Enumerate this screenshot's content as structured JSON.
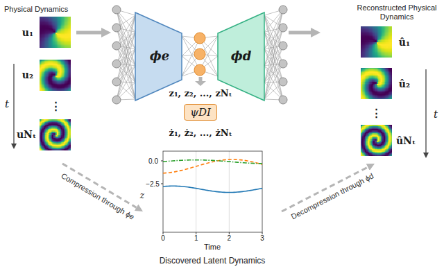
{
  "diagram": {
    "nodes": [
      {
        "text": [
          "Physical Dynamics"
        ]
      },
      {
        "text": [
          "ϕe"
        ]
      },
      {
        "text": [
          "ϕd"
        ]
      },
      {
        "text": [
          "ψDI"
        ]
      },
      {
        "text": [
          "Reconstructed Physical Dynamics"
        ]
      },
      {
        "text": [
          "Discovered Latent Dynamics"
        ]
      }
    ],
    "edges": [
      {
        "from": 0,
        "to": 1,
        "arrow": "to"
      },
      {
        "from": 2,
        "to": 4,
        "arrow": "to"
      },
      {
        "from": 0,
        "to": 5,
        "arrow": "to",
        "label": "Compression through ϕe"
      },
      {
        "from": 5,
        "to": 4,
        "arrow": "to",
        "label": "Decompression through ϕd"
      }
    ],
    "labels": [
      "u₁",
      "u₂",
      "⋮",
      "uNₜ",
      "t",
      "û₁",
      "û₂",
      "⋮",
      "ûNₜ",
      "t",
      "z₁, z₂, ..., zNₜ",
      "ż₁, ż₂, ..., żNₜ",
      "0.0",
      "−2.5",
      "0",
      "1",
      "2",
      "3",
      "Time",
      "z"
    ]
  }
}
